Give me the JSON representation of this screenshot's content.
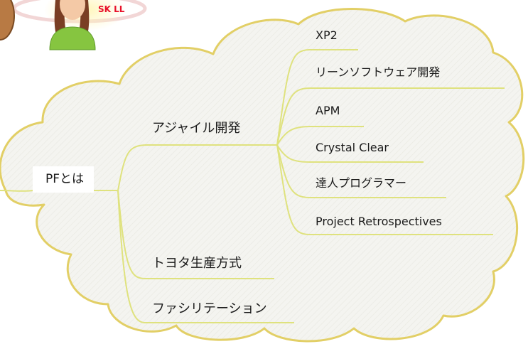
{
  "root": {
    "label": "PFとは"
  },
  "branches": [
    {
      "label": "アジャイル開発",
      "children": [
        "XP2",
        "リーンソフトウェア開発",
        "APM",
        "Crystal Clear",
        "達人プログラマー",
        "Project Retrospectives"
      ]
    },
    {
      "label": "トヨタ生産方式"
    },
    {
      "label": "ファシリテーション"
    }
  ],
  "avatar": {
    "badge": "SK LL"
  },
  "colors": {
    "cloud_fill": "#f5f5f1",
    "cloud_outline": "#e2cf66",
    "connector": "#dfe27e",
    "badge_text": "#e8102a",
    "shirt": "#86c540",
    "hair": "#7a3e24",
    "skin": "#f4c9a6"
  }
}
